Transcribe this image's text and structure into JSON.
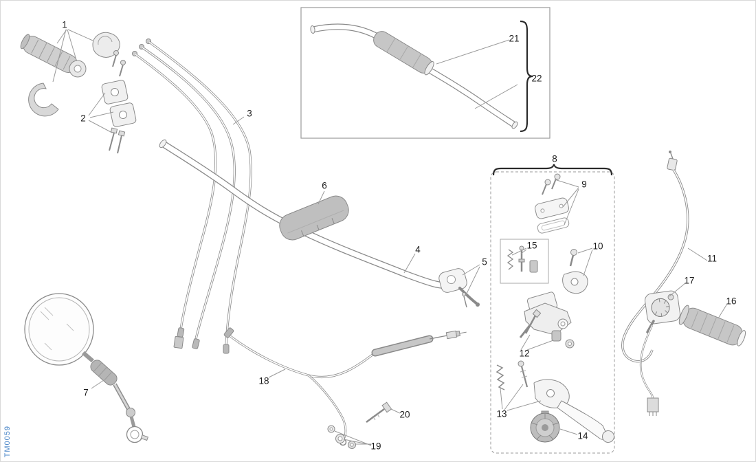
{
  "meta": {
    "code": "TM0059"
  },
  "diagram": {
    "type": "exploded-parts-diagram",
    "subject": "handlebar-controls-assembly"
  },
  "parts": [
    "1",
    "2",
    "3",
    "4",
    "5",
    "6",
    "7",
    "8",
    "9",
    "10",
    "11",
    "12",
    "13",
    "14",
    "15",
    "16",
    "17",
    "18",
    "19",
    "20",
    "21",
    "22"
  ],
  "colors": {
    "line": "#8a8a8a",
    "callout": "#9a9a9a",
    "label_text": "#1c1c1c",
    "gray_fill": "#c6c6c6",
    "pad_fill": "#bfbfbf",
    "code_blue": "#4a86c8",
    "background": "#ffffff"
  }
}
